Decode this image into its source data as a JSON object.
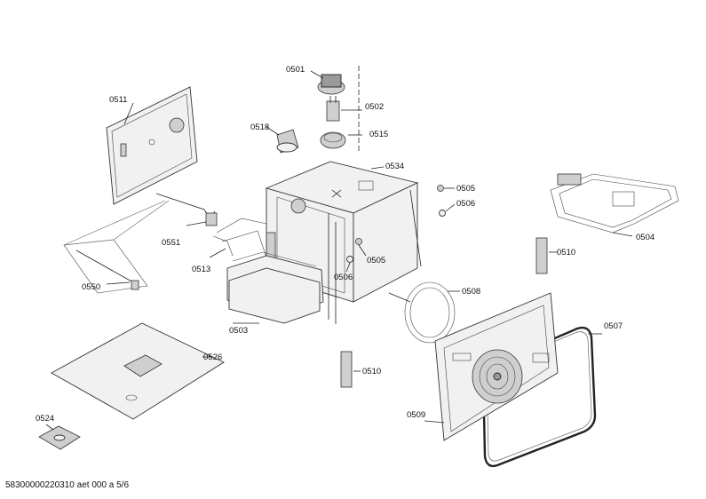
{
  "parts": [
    {
      "id": "p0501",
      "label": "0501"
    },
    {
      "id": "p0502",
      "label": "0502"
    },
    {
      "id": "p0518",
      "label": "0518"
    },
    {
      "id": "p0515",
      "label": "0515"
    },
    {
      "id": "p0511",
      "label": "0511"
    },
    {
      "id": "p0534",
      "label": "0534"
    },
    {
      "id": "p0505a",
      "label": "0505"
    },
    {
      "id": "p0506a",
      "label": "0506"
    },
    {
      "id": "p0504",
      "label": "0504"
    },
    {
      "id": "p0551",
      "label": "0551"
    },
    {
      "id": "p0513",
      "label": "0513"
    },
    {
      "id": "p0505b",
      "label": "0505"
    },
    {
      "id": "p0506b",
      "label": "0506"
    },
    {
      "id": "p0510a",
      "label": "0510"
    },
    {
      "id": "p0550",
      "label": "0550"
    },
    {
      "id": "p0508",
      "label": "0508"
    },
    {
      "id": "p0503",
      "label": "0503"
    },
    {
      "id": "p0507",
      "label": "0507"
    },
    {
      "id": "p0526",
      "label": "0526"
    },
    {
      "id": "p0510b",
      "label": "0510"
    },
    {
      "id": "p0509",
      "label": "0509"
    },
    {
      "id": "p0524",
      "label": "0524"
    }
  ],
  "footer": "58300000220310 aet 000 a 5/6"
}
